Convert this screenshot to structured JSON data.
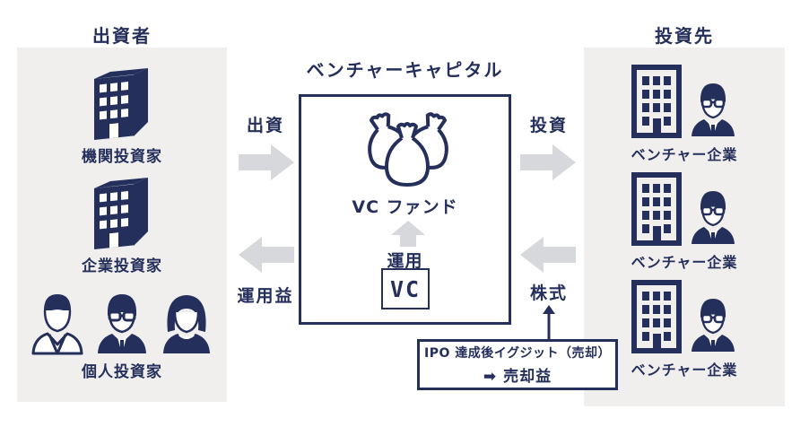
{
  "diagram": {
    "left_panel": {
      "title": "出資者",
      "items": [
        {
          "label": "機関投資家",
          "icon": "office-building-icon"
        },
        {
          "label": "企業投資家",
          "icon": "office-building-icon"
        },
        {
          "label": "個人投資家",
          "icon": "people-group-icon"
        }
      ]
    },
    "center": {
      "title": "ベンチャーキャピタル",
      "fund_label": "VC ファンド",
      "operation_label": "運用",
      "vc_box_label": "VC",
      "icon": "money-bags-icon"
    },
    "left_flows": {
      "to_vc": "出資",
      "from_vc": "運用益"
    },
    "right_flows": {
      "to_companies": "投資",
      "from_companies": "株式"
    },
    "right_panel": {
      "title": "投資先",
      "items": [
        {
          "label": "ベンチャー企業",
          "icon": "building-and-businessman-icon"
        },
        {
          "label": "ベンチャー企業",
          "icon": "building-and-businessman-icon"
        },
        {
          "label": "ベンチャー企業",
          "icon": "building-and-businessman-icon"
        }
      ]
    },
    "ipo_note": {
      "line1": "IPO 達成後イグジット（売却）",
      "arrow": "➡",
      "line2": "売却益"
    },
    "colors": {
      "navy": "#242f5c",
      "panel_gray": "#f0efed",
      "arrow_gray": "#d6d8db"
    }
  }
}
